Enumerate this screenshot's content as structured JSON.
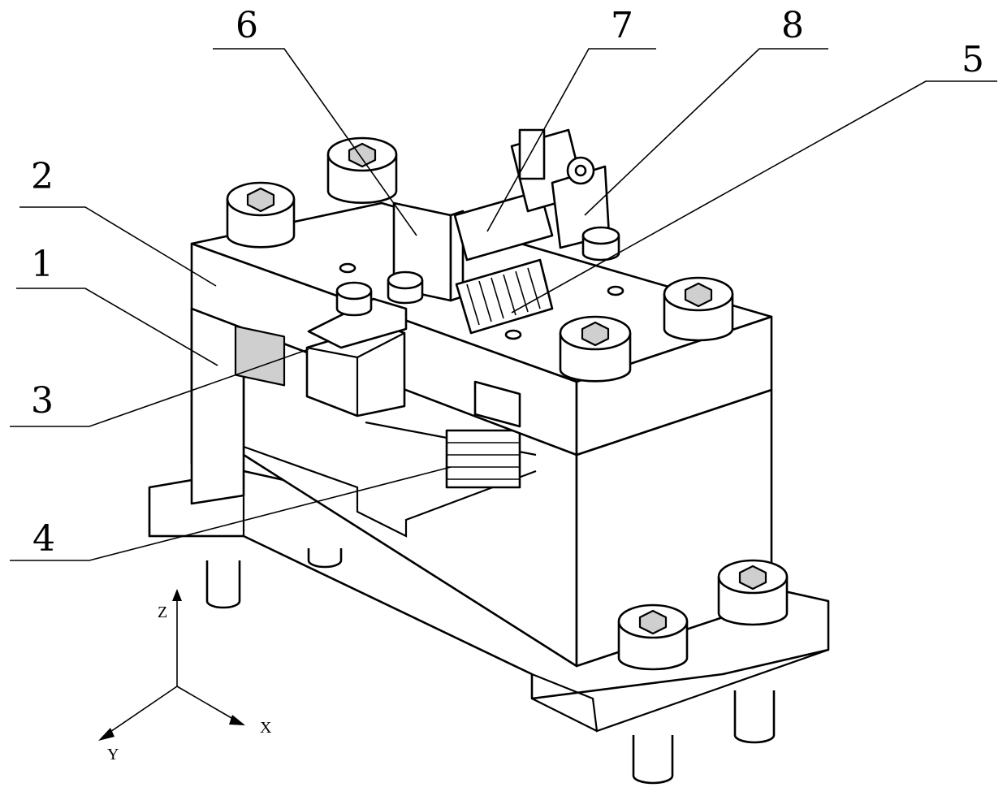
{
  "figure": {
    "part_labels": [
      "1",
      "2",
      "3",
      "4",
      "5",
      "6",
      "7",
      "8"
    ],
    "axes": {
      "z": "Z",
      "x": "X",
      "y": "Y"
    }
  }
}
